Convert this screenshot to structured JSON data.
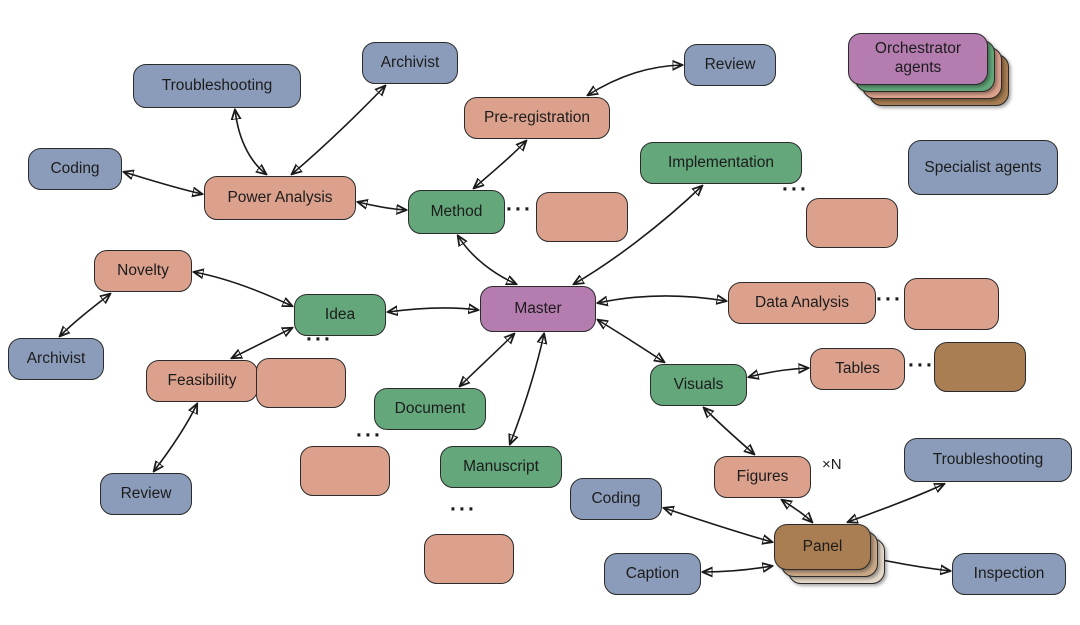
{
  "diagram": {
    "nodes": {
      "troubleshooting_top": {
        "label": "Troubleshooting",
        "role": "specialist"
      },
      "archivist_top": {
        "label": "Archivist",
        "role": "specialist"
      },
      "coding_left": {
        "label": "Coding",
        "role": "specialist"
      },
      "power_analysis": {
        "label": "Power Analysis",
        "role": "agent"
      },
      "pre_registration": {
        "label": "Pre-registration",
        "role": "agent"
      },
      "review_top": {
        "label": "Review",
        "role": "specialist"
      },
      "method": {
        "label": "Method",
        "role": "orchestrator"
      },
      "implementation": {
        "label": "Implementation",
        "role": "orchestrator"
      },
      "novelty": {
        "label": "Novelty",
        "role": "agent"
      },
      "archivist_left": {
        "label": "Archivist",
        "role": "specialist"
      },
      "idea": {
        "label": "Idea",
        "role": "orchestrator"
      },
      "master": {
        "label": "Master",
        "role": "master"
      },
      "data_analysis": {
        "label": "Data Analysis",
        "role": "agent"
      },
      "feasibility": {
        "label": "Feasibility",
        "role": "agent"
      },
      "document": {
        "label": "Document",
        "role": "orchestrator"
      },
      "visuals": {
        "label": "Visuals",
        "role": "orchestrator"
      },
      "tables": {
        "label": "Tables",
        "role": "agent"
      },
      "review_bottom": {
        "label": "Review",
        "role": "specialist"
      },
      "manuscript": {
        "label": "Manuscript",
        "role": "orchestrator"
      },
      "coding_bottom": {
        "label": "Coding",
        "role": "specialist"
      },
      "figures": {
        "label": "Figures",
        "role": "agent"
      },
      "troubleshooting_bottom": {
        "label": "Troubleshooting",
        "role": "specialist"
      },
      "panel": {
        "label": "Panel",
        "role": "panel"
      },
      "caption": {
        "label": "Caption",
        "role": "specialist"
      },
      "inspection": {
        "label": "Inspection",
        "role": "specialist"
      }
    },
    "legend": {
      "orchestrator": "Orchestrator agents",
      "specialist": "Specialist agents"
    },
    "misc": {
      "ellipsis": "···",
      "multiplier": "×N"
    },
    "edges": [
      [
        "power_analysis",
        "troubleshooting_top"
      ],
      [
        "power_analysis",
        "archivist_top"
      ],
      [
        "power_analysis",
        "coding_left"
      ],
      [
        "power_analysis",
        "method"
      ],
      [
        "pre_registration",
        "review_top"
      ],
      [
        "pre_registration",
        "method"
      ],
      [
        "method",
        "master"
      ],
      [
        "implementation",
        "master"
      ],
      [
        "master",
        "idea"
      ],
      [
        "master",
        "data_analysis"
      ],
      [
        "master",
        "visuals"
      ],
      [
        "master",
        "document"
      ],
      [
        "master",
        "manuscript"
      ],
      [
        "idea",
        "novelty"
      ],
      [
        "idea",
        "feasibility"
      ],
      [
        "novelty",
        "archivist_left"
      ],
      [
        "feasibility",
        "review_bottom"
      ],
      [
        "visuals",
        "tables"
      ],
      [
        "visuals",
        "figures"
      ],
      [
        "figures",
        "panel"
      ],
      [
        "troubleshooting_bottom",
        "panel"
      ],
      [
        "panel",
        "coding_bottom"
      ],
      [
        "panel",
        "caption"
      ],
      [
        "panel",
        "inspection"
      ]
    ],
    "colors": {
      "master_purple": "#b57cb0",
      "orchestrator_green": "#63a77b",
      "agent_salmon": "#dca18c",
      "specialist_blue": "#8b9cba",
      "panel_brown": "#a87e52",
      "arrow": "#1a1a1a",
      "background": "#ffffff"
    }
  }
}
